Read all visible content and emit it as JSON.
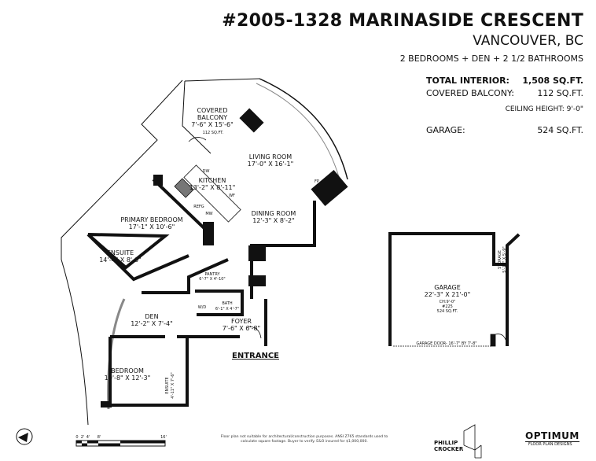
{
  "header": {
    "title": "#2005-1328 MARINASIDE CRESCENT",
    "city": "VANCOUVER, BC",
    "summary": "2 BEDROOMS + DEN + 2 1/2 BATHROOMS"
  },
  "areas": {
    "total_label": "TOTAL INTERIOR:",
    "total_value": "1,508 SQ.FT.",
    "balcony_label": "COVERED BALCONY:",
    "balcony_value": "112 SQ.FT.",
    "ceiling": "CEILING HEIGHT: 9'-0\"",
    "garage_label": "GARAGE:",
    "garage_value": "524 SQ.FT."
  },
  "rooms": {
    "balcony": {
      "name1": "COVERED",
      "name2": "BALCONY",
      "dims": "7'-6\" X 15'-6\"",
      "area": "112 SQ.FT."
    },
    "living": {
      "name": "LIVING ROOM",
      "dims": "17'-0\" X 16'-1\""
    },
    "kitchen": {
      "name": "KITCHEN",
      "dims": "13'-2\" X 8'-11\""
    },
    "dining": {
      "name": "DINING ROOM",
      "dims": "12'-3\" X 8'-2\""
    },
    "primary": {
      "name": "PRIMARY BEDROOM",
      "dims": "17'-1\" X 10'-6\""
    },
    "ensuite1": {
      "name": "ENSUITE",
      "dims": "14'-4\" X 8'-0\""
    },
    "pantry": {
      "name": "PANTRY",
      "dims": "6'-7\" X 4'-10\""
    },
    "bath": {
      "name": "BATH",
      "dims": "6'-1\" X 4'-7\""
    },
    "den": {
      "name": "DEN",
      "dims": "12'-2\" X 7'-4\""
    },
    "foyer": {
      "name": "FOYER",
      "dims": "7'-6\" X 6'-8\""
    },
    "bedroom": {
      "name": "BEDROOM",
      "dims": "10'-8\" X 12'-3\""
    },
    "ensuite2": {
      "name": "ENSUITE",
      "dims": "4'-11\" X 7'-6\""
    },
    "garage": {
      "name": "GARAGE",
      "dims": "22'-3\" X 21'-0\"",
      "ch": "CH:9'-0\"",
      "num": "#225",
      "area": "524 SQ.FT.",
      "door": "GARAGE DOOR- 16'-7\" BY 7'-8\""
    },
    "storage": {
      "name": "STORAGE",
      "dims": "5'-10\" X 5'-9\""
    }
  },
  "fixtures": {
    "dw": "DW",
    "refg": "REFG",
    "mw": "MW",
    "wf": "WF",
    "fp": "FP",
    "wd": "W/D"
  },
  "entrance": "ENTRANCE",
  "scale": {
    "ticks": [
      "0",
      "2'",
      "4'",
      "8'",
      "16'"
    ]
  },
  "disclaimer": "Floor plan not suitable for architectural/construction purposes. ANSI Z765 standards used to calculate square footage. Buyer to verify. E&O insured for $1,000,000.",
  "branding": {
    "phillip": "PHILLIP",
    "crocker": "CROCKER",
    "optimum": "OPTIMUM",
    "optimum_sub": "FLOOR PLAN DESIGNS"
  },
  "icons": {
    "north": "north-arrow-icon"
  }
}
